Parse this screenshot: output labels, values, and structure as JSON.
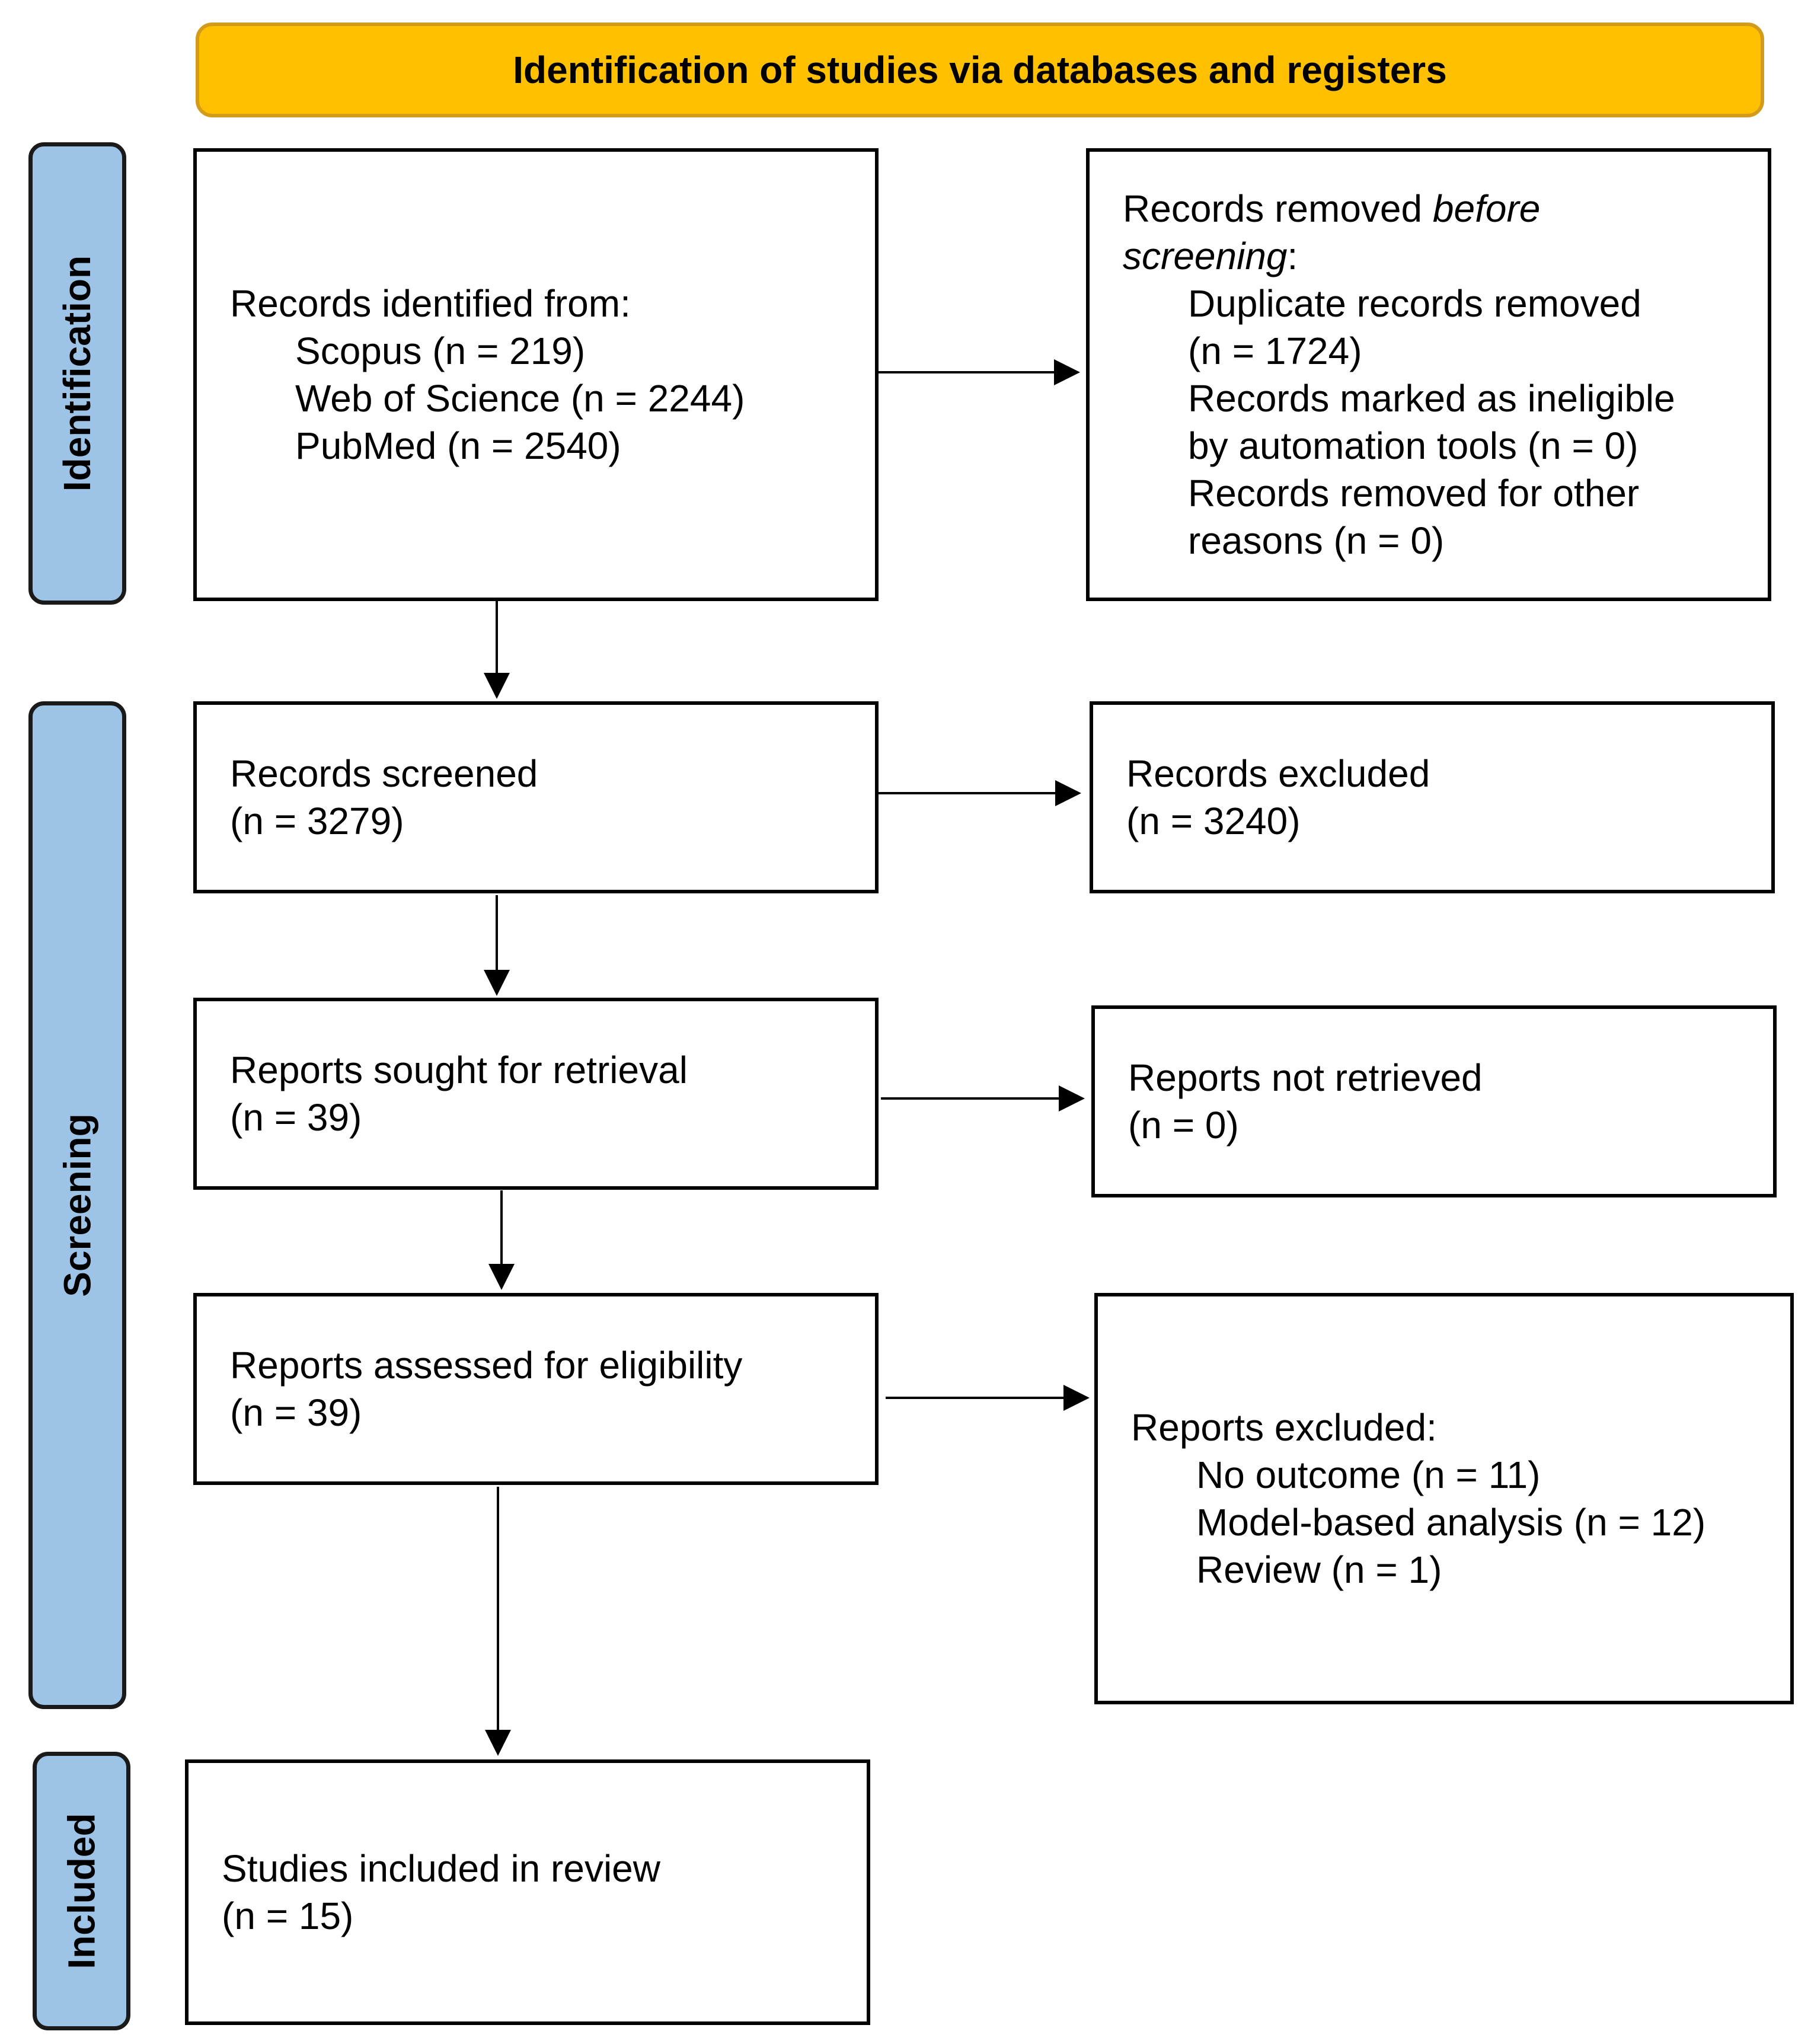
{
  "header": {
    "title": "Identification of studies via databases and registers"
  },
  "phases": {
    "identification": "Identification",
    "screening": "Screening",
    "included": "Included"
  },
  "boxes": {
    "records_identified": {
      "title": "Records identified from:",
      "items": [
        "Scopus (n = 219)",
        "Web of Science (n = 2244)",
        "PubMed (n = 2540)"
      ]
    },
    "records_removed": {
      "title_prefix": "Records removed ",
      "title_italic_1": "before",
      "title_italic_2": "screening",
      "title_suffix": ":",
      "items": [
        "Duplicate records removed",
        "(n = 1724)",
        "Records marked as ineligible",
        "by automation tools (n = 0)",
        "Records removed for other",
        "reasons (n = 0)"
      ]
    },
    "records_screened": {
      "line1": "Records screened",
      "line2": "(n = 3279)"
    },
    "records_excluded": {
      "line1": "Records excluded",
      "line2": "(n = 3240)"
    },
    "reports_sought": {
      "line1": "Reports sought for retrieval",
      "line2": "(n = 39)"
    },
    "reports_not_retrieved": {
      "line1": "Reports not retrieved",
      "line2": "(n = 0)"
    },
    "reports_assessed": {
      "line1": "Reports assessed for eligibility",
      "line2": "(n = 39)"
    },
    "reports_excluded": {
      "title": "Reports excluded:",
      "items": [
        "No outcome (n = 11)",
        "Model-based analysis (n = 12)",
        "Review (n = 1)"
      ]
    },
    "studies_included": {
      "line1": "Studies included in review",
      "line2": "(n = 15)"
    }
  }
}
